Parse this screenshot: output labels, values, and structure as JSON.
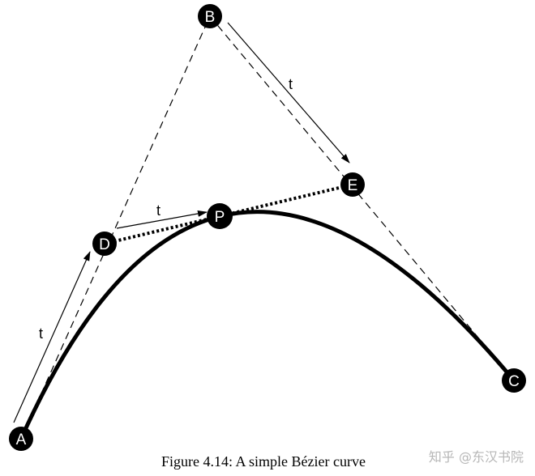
{
  "points": {
    "A": "A",
    "B": "B",
    "C": "C",
    "D": "D",
    "E": "E",
    "P": "P"
  },
  "parameter_label": "t",
  "caption": "Figure 4.14: A simple Bézier curve",
  "watermark": "知乎 @东汉书院",
  "colors": {
    "ink": "#000000",
    "background": "#ffffff",
    "watermark": "#b7b7b7"
  }
}
